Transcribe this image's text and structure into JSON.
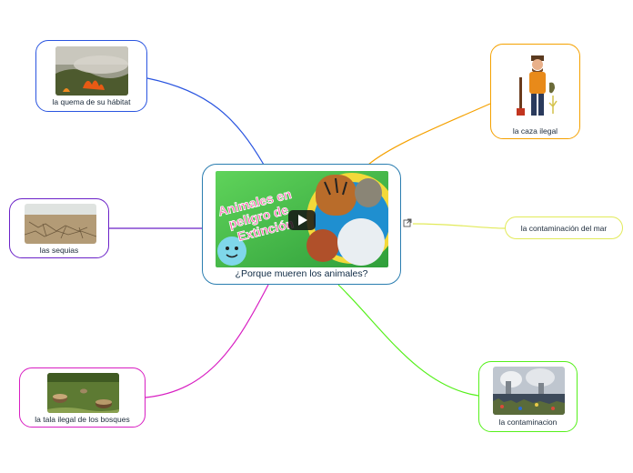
{
  "central": {
    "label": "¿Porque mueren los animales?",
    "thumbnail_text_line1": "Animales en",
    "thumbnail_text_line2": "peligro de",
    "thumbnail_text_line3": "Extinción"
  },
  "nodes": [
    {
      "id": "quema",
      "label": "la quema de su hábitat",
      "color": "#2a55e0"
    },
    {
      "id": "caza",
      "label": "la caza ilegal",
      "color": "#f5a100"
    },
    {
      "id": "sequias",
      "label": "las sequias",
      "color": "#6b22c8"
    },
    {
      "id": "mar",
      "label": "la contaminación del mar",
      "color": "#e2ea5a"
    },
    {
      "id": "tala",
      "label": "la tala ilegal de los bosques",
      "color": "#d81ec2"
    },
    {
      "id": "contaminacion",
      "label": "la contaminacion",
      "color": "#55f01a"
    }
  ],
  "icons": {
    "play": "play-icon",
    "external_link": "external-link-icon"
  }
}
